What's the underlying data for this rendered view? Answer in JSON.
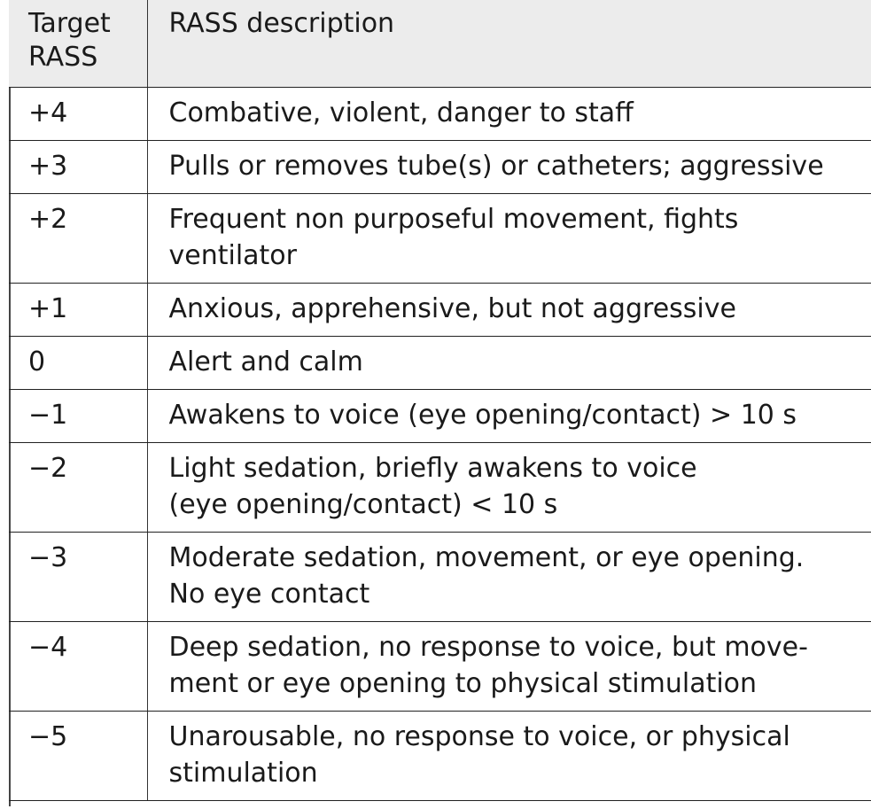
{
  "table": {
    "headers": {
      "rass_line1": "Target",
      "rass_line2": "RASS",
      "description": "RASS description"
    },
    "rows": [
      {
        "score": "+4",
        "lines": [
          "Combative, violent, danger to staff"
        ]
      },
      {
        "score": "+3",
        "lines": [
          "Pulls or removes tube(s) or catheters; aggressive"
        ]
      },
      {
        "score": "+2",
        "lines": [
          "Frequent non purposeful movement, fights",
          "ventilator"
        ]
      },
      {
        "score": "+1",
        "lines": [
          "Anxious, apprehensive, but not aggressive"
        ]
      },
      {
        "score": "0",
        "lines": [
          "Alert and calm"
        ]
      },
      {
        "score": "−1",
        "lines": [
          "Awakens to voice (eye opening/contact) > 10 s"
        ]
      },
      {
        "score": "−2",
        "lines": [
          "Light sedation, briefly awakens to voice",
          "(eye opening/contact) < 10 s"
        ]
      },
      {
        "score": "−3",
        "lines": [
          "Moderate sedation, movement, or eye opening.",
          "No eye contact"
        ]
      },
      {
        "score": "−4",
        "lines": [
          "Deep sedation, no response to voice, but move-",
          "ment or eye opening to physical stimulation"
        ]
      },
      {
        "score": "−5",
        "lines": [
          "Unarousable, no response to voice, or physical",
          "stimulation"
        ]
      }
    ]
  }
}
